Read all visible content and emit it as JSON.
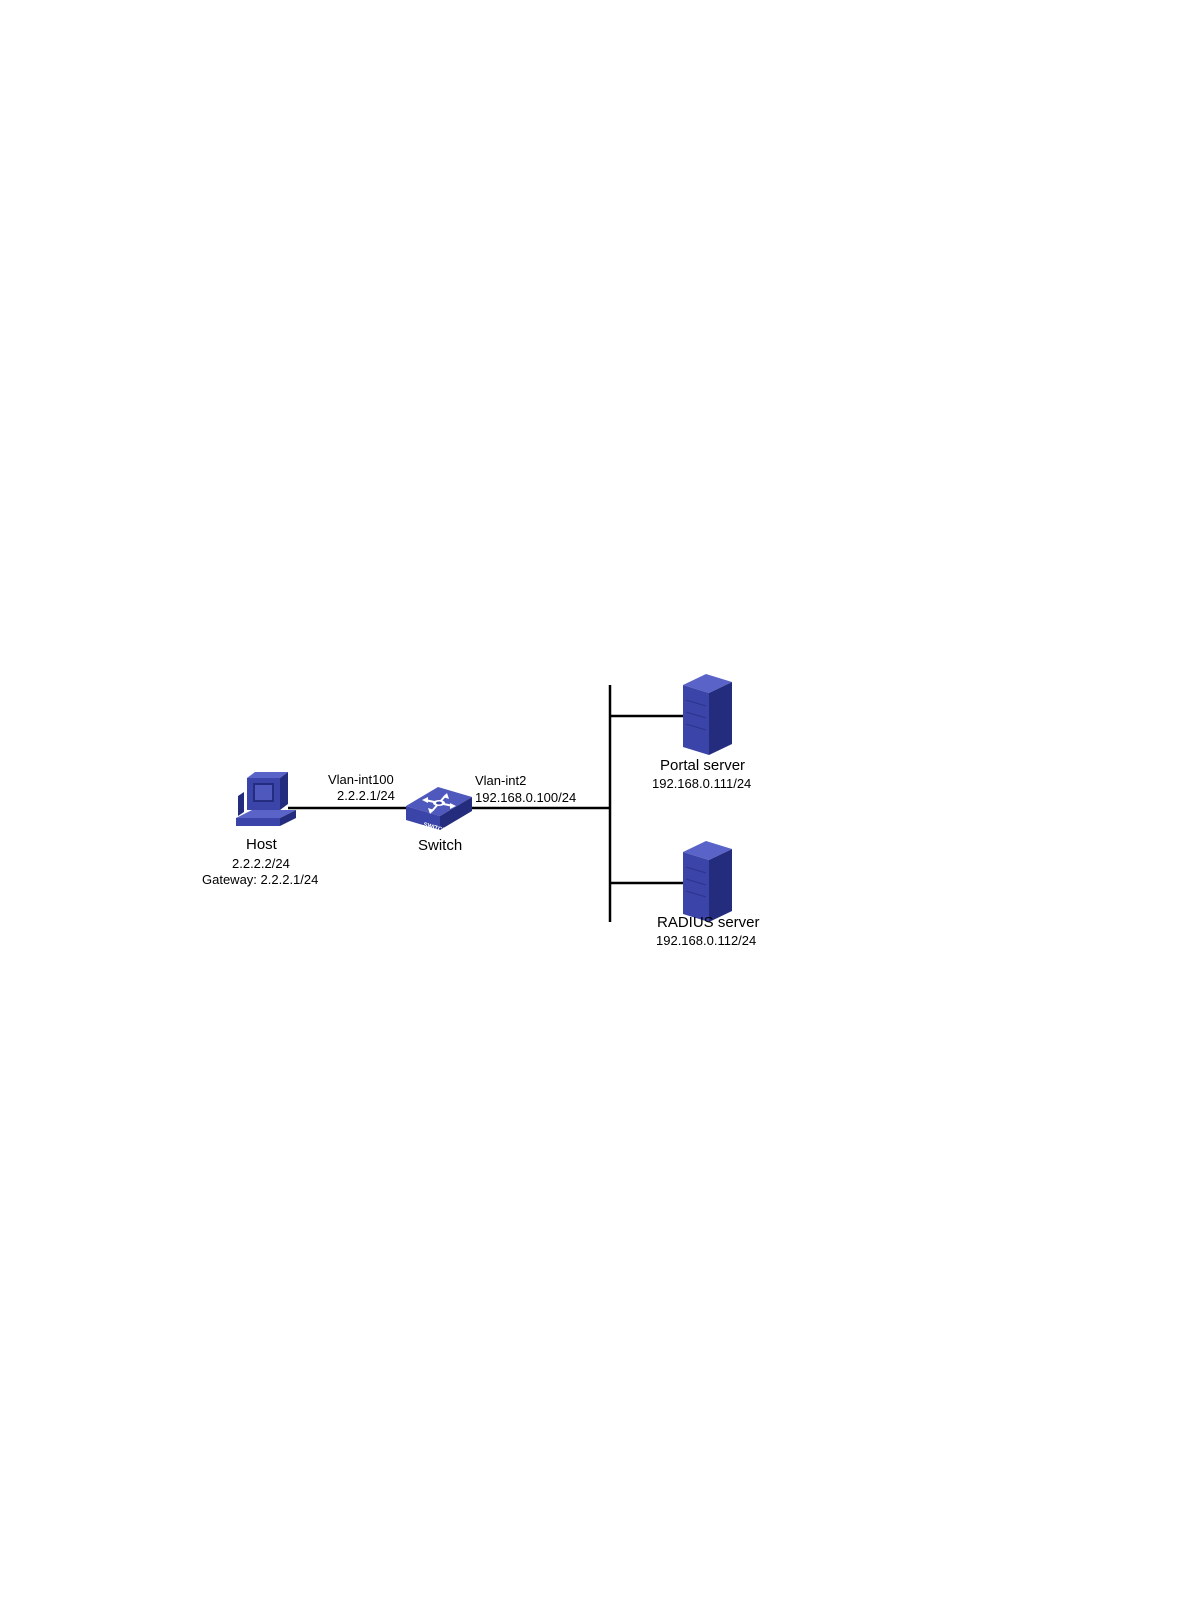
{
  "colors": {
    "device_fill": "#3B44A8",
    "device_dark": "#242C7E",
    "device_light": "#5A64C8",
    "link": "#000000"
  },
  "host": {
    "icon": "desktop-computer-icon",
    "name": "Host",
    "ip": "2.2.2.2/24",
    "gateway": "Gateway: 2.2.2.1/24"
  },
  "switch": {
    "icon": "switch-icon",
    "name": "Switch",
    "badge": "SWITCH",
    "left_interface": {
      "name": "Vlan-int100",
      "ip": "2.2.2.1/24"
    },
    "right_interface": {
      "name": "Vlan-int2",
      "ip": "192.168.0.100/24"
    }
  },
  "portal_server": {
    "icon": "server-icon",
    "name": "Portal server",
    "ip": "192.168.0.111/24"
  },
  "radius_server": {
    "icon": "server-icon",
    "name": "RADIUS server",
    "ip": "192.168.0.112/24"
  }
}
